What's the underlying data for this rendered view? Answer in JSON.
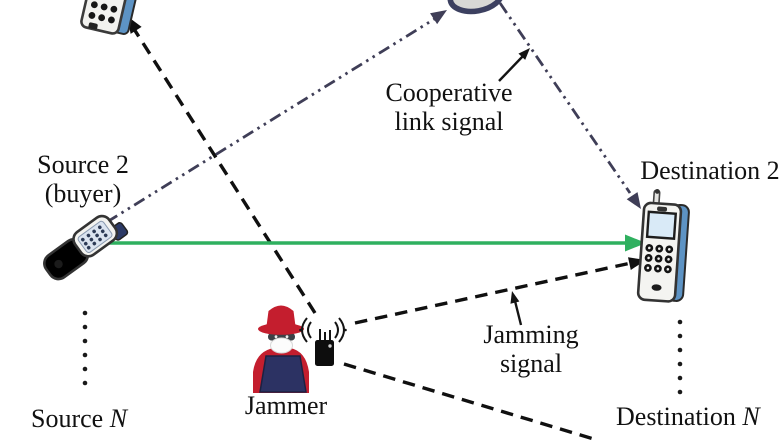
{
  "labels": {
    "source2": {
      "line1": "Source 2",
      "line2": "(buyer)"
    },
    "destination2": "Destination 2",
    "cooperative": {
      "line1": "Cooperative",
      "line2": "link signal"
    },
    "jamming": {
      "line1": "Jamming",
      "line2": "signal"
    },
    "jammer": "Jammer",
    "source_n": {
      "text": "Source ",
      "n": "N"
    },
    "destination_n": {
      "text": "Destination ",
      "n": "N"
    }
  },
  "colors": {
    "cooperative_link": "#3f3e57",
    "jamming_link": "#101010",
    "direct_link": "#2fb05f",
    "annotation": "#141414",
    "jammer_red": "#c41e2e",
    "laptop_navy": "#2c3263",
    "device_black": "#0d0d0d",
    "phone_edge_blue": "#5d93c4",
    "screen_blue": "#d9eaf7"
  },
  "links": [
    {
      "type": "cooperative-link-signal",
      "style": "dash-dot-dot",
      "from": "source-2",
      "to": "relay-phone-top"
    },
    {
      "type": "cooperative-link-signal",
      "style": "dash-dot-dot",
      "from": "relay-phone-top",
      "to": "destination-2"
    },
    {
      "type": "direct-transmission",
      "style": "solid-green-arrow",
      "from": "source-2",
      "to": "destination-2"
    },
    {
      "type": "jamming-signal",
      "style": "dashed-arrow",
      "from": "jammer",
      "to": "top-left-phone"
    },
    {
      "type": "jamming-signal",
      "style": "dashed-arrow",
      "from": "jammer",
      "to": "destination-2"
    },
    {
      "type": "jamming-signal",
      "style": "dashed",
      "from": "jammer",
      "to": "bottom-right-offscreen"
    }
  ],
  "icons": {
    "top_left_phone": "mobile-phone",
    "relay_phone": "mobile-phone-partial",
    "source2_phone": "flip-phone",
    "destination2_phone": "mobile-phone",
    "jammer_person": "hacker-with-laptop",
    "jammer_device": "jamming-transmitter",
    "radio_waves": "signal-waves",
    "ellipsis": "vertical-dots"
  }
}
